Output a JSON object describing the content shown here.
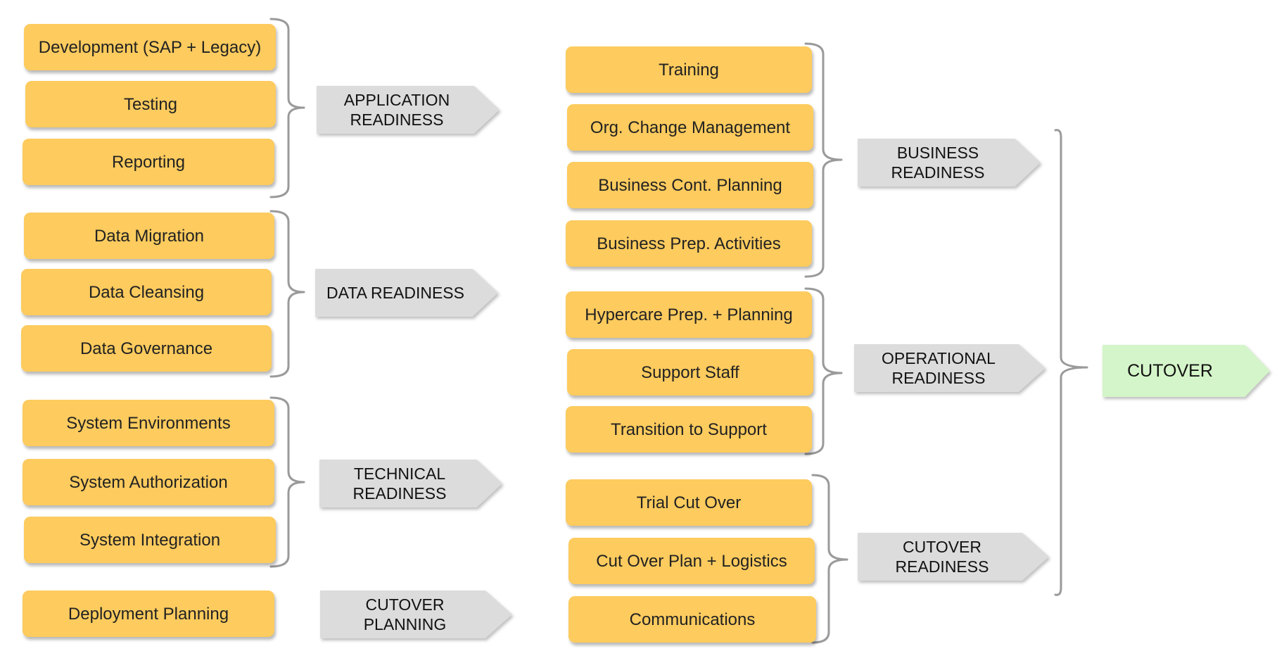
{
  "groups": {
    "application": {
      "label": "APPLICATION READINESS",
      "items": [
        "Development (SAP + Legacy)",
        "Testing",
        "Reporting"
      ]
    },
    "data": {
      "label": "DATA READINESS",
      "items": [
        "Data Migration",
        "Data Cleansing",
        "Data Governance"
      ]
    },
    "technical": {
      "label": "TECHNICAL READINESS",
      "items": [
        "System Environments",
        "System Authorization",
        "System Integration"
      ]
    },
    "deployment": {
      "label": "CUTOVER PLANNING",
      "items": [
        "Deployment Planning"
      ]
    },
    "business": {
      "label": "BUSINESS READINESS",
      "items": [
        "Training",
        "Org. Change Management",
        "Business Cont. Planning",
        "Business Prep. Activities"
      ]
    },
    "operational": {
      "label": "OPERATIONAL READINESS",
      "items": [
        "Hypercare Prep. + Planning",
        "Support Staff",
        "Transition to Support"
      ]
    },
    "cutover_readiness": {
      "label": "CUTOVER READINESS",
      "items": [
        "Trial Cut Over",
        "Cut Over Plan + Logistics",
        "Communications"
      ]
    }
  },
  "final": {
    "label": "CUTOVER"
  },
  "colors": {
    "task_box": "#fdcb5e",
    "readiness_tag": "#dcdcdc",
    "final_tag": "#d4f5c9",
    "bracket": "#9a9a9a"
  }
}
